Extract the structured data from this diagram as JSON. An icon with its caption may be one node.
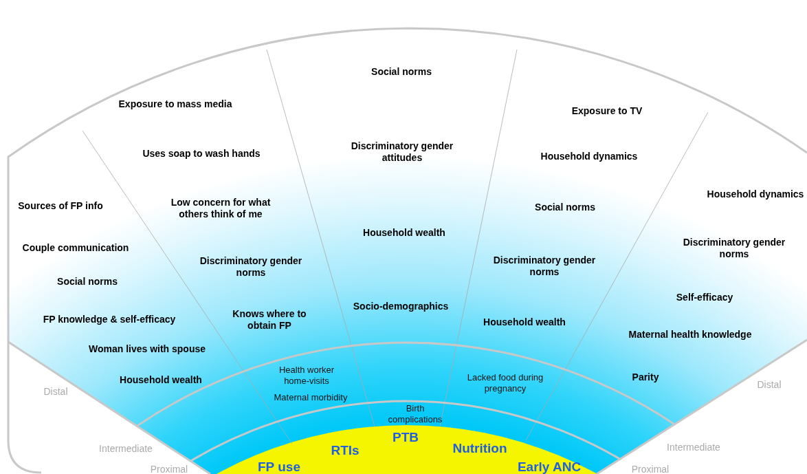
{
  "diagram": {
    "labels": [
      "Social norms",
      "Exposure to mass media",
      "Exposure to TV",
      "Uses soap to wash hands",
      "Discriminatory gender attitudes",
      "Household dynamics",
      "Household dynamics",
      "Low concern for what others think of me",
      "Sources of FP info",
      "Social norms",
      "Household wealth",
      "Discriminatory gender norms",
      "Couple communication",
      "Discriminatory gender norms",
      "Discriminatory gender norms",
      "Social norms",
      "Self-efficacy",
      "Socio-demographics",
      "Knows where to obtain FP",
      "FP knowledge & self-efficacy",
      "Household wealth",
      "Maternal health knowledge",
      "Woman lives with spouse",
      "Household wealth",
      "Parity",
      "Health worker home-visits",
      "Lacked food during pregnancy",
      "Maternal morbidity",
      "Distal",
      "Distal",
      "Birth complications",
      "PTB",
      "Intermediate",
      "RTIs",
      "Nutrition",
      "Intermediate",
      "Proximal",
      "FP use",
      "Early ANC",
      "Proximal"
    ]
  }
}
